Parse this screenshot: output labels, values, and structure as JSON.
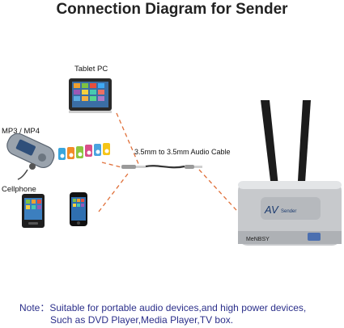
{
  "title": "Connection Diagram for Sender",
  "devices": {
    "tablet": "Tablet PC",
    "mp3": "MP3 / MP4",
    "cellphone": "Cellphone"
  },
  "cable_label": "3.5mm to 3.5mm Audio Cable",
  "sender": {
    "brand": "MeNBSY",
    "logo_text": "AV Sender"
  },
  "note": {
    "prefix": "Note：",
    "line1": "Suitable for portable audio devices,and high power devices,",
    "line2": "Such as DVD Player,Media Player,TV box."
  },
  "colors": {
    "dash_line": "#e0703a",
    "note_text": "#2b2f8a",
    "device_body": "#c7c9cc"
  },
  "icons": [
    "tablet-icon",
    "mp3-player-icon",
    "ipod-nano-icon",
    "cellphone-icon",
    "smartphone-icon",
    "audio-cable-icon",
    "antenna-icon",
    "sender-device-icon"
  ]
}
